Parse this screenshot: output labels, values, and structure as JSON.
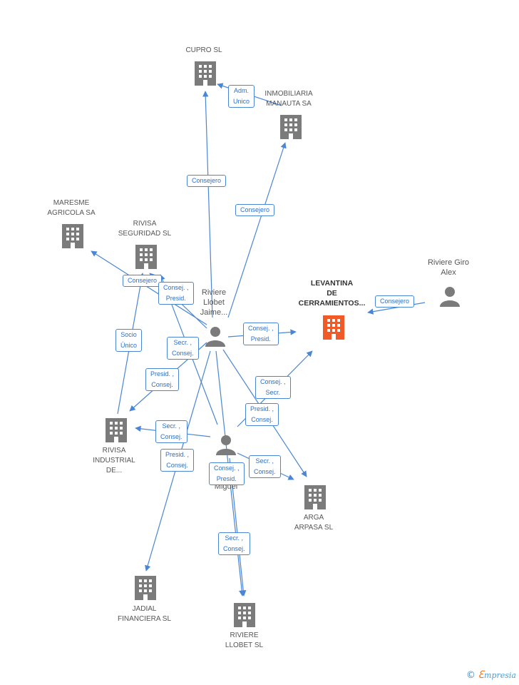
{
  "colors": {
    "edge": "#4a86d4",
    "building": "#7b7b7b",
    "main_building": "#f05a28",
    "person": "#7b7b7b"
  },
  "companies": {
    "cupro": "CUPRO SL",
    "inmobiliaria": "INMOBILIARIA\nMANAUTA SA",
    "maresme": "MARESME\nAGRICOLA SA",
    "rivisa_seg": "RIVISA\nSEGURIDAD SL",
    "levantina": "LEVANTINA\nDE\nCERRAMIENTOS...",
    "rivisa_ind": "RIVISA\nINDUSTRIAL\nDE...",
    "arga": "ARGA\nARPASA SL",
    "jadial": "JADIAL\nFINANCIERA  SL",
    "riviere_llobet_sl": "RIVIERE\nLLOBET SL"
  },
  "persons": {
    "jaime": "Riviere\nLlobet\nJaime...",
    "alex": "Riviere Giro\nAlex",
    "miguel": "Miguel"
  },
  "edges": {
    "e1": "Adm.\nUnico",
    "e2": "Consejero",
    "e3": "Consejero",
    "e4": "Consejero",
    "e5": "Consejero",
    "e6": "Consej. ,\nPresid.",
    "e7": "Socio\nÚnico",
    "e8": "Secr. ,\nConsej.",
    "e9": "Consej. ,\nPresid.",
    "e10": "Presid. ,\nConsej.",
    "e11": "Consej. ,\nSecr.",
    "e12": "Presid. ,\nConsej.",
    "e13": "Secr. ,\nConsej.",
    "e14": "Presid. ,\nConsej.",
    "e15": "Secr. ,\nConsej.",
    "e16": "Consej. ,\nPresid.",
    "e17": "Secr. ,\nConsej."
  },
  "brand": {
    "copyright": "©",
    "e": "ℇ",
    "name": "mpresia"
  }
}
